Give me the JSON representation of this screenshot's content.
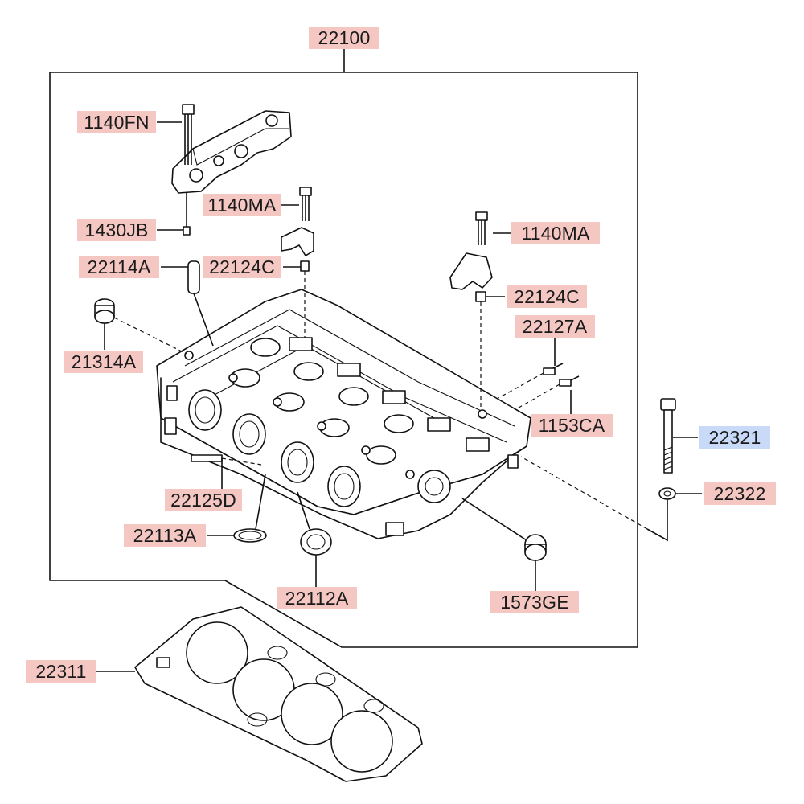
{
  "labels": {
    "p22100": {
      "text": "22100",
      "fill": "#f4c7c3"
    },
    "p1140FN": {
      "text": "1140FN",
      "fill": "#f4c7c3"
    },
    "p1140MA_a": {
      "text": "1140MA",
      "fill": "#f4c7c3"
    },
    "p1430JB": {
      "text": "1430JB",
      "fill": "#f4c7c3"
    },
    "p1140MA_b": {
      "text": "1140MA",
      "fill": "#f4c7c3"
    },
    "p22114A": {
      "text": "22114A",
      "fill": "#f4c7c3"
    },
    "p22124C_a": {
      "text": "22124C",
      "fill": "#f4c7c3"
    },
    "p22124C_b": {
      "text": "22124C",
      "fill": "#f4c7c3"
    },
    "p21314A": {
      "text": "21314A",
      "fill": "#f4c7c3"
    },
    "p22127A": {
      "text": "22127A",
      "fill": "#f4c7c3"
    },
    "p1153CA": {
      "text": "1153CA",
      "fill": "#f4c7c3"
    },
    "p22321": {
      "text": "22321",
      "fill": "#c9daf8"
    },
    "p22125D": {
      "text": "22125D",
      "fill": "#f4c7c3"
    },
    "p22322": {
      "text": "22322",
      "fill": "#f4c7c3"
    },
    "p22113A": {
      "text": "22113A",
      "fill": "#f4c7c3"
    },
    "p22112A": {
      "text": "22112A",
      "fill": "#f4c7c3"
    },
    "p1573GE": {
      "text": "1573GE",
      "fill": "#f4c7c3"
    },
    "p22311": {
      "text": "22311",
      "fill": "#f4c7c3"
    }
  }
}
